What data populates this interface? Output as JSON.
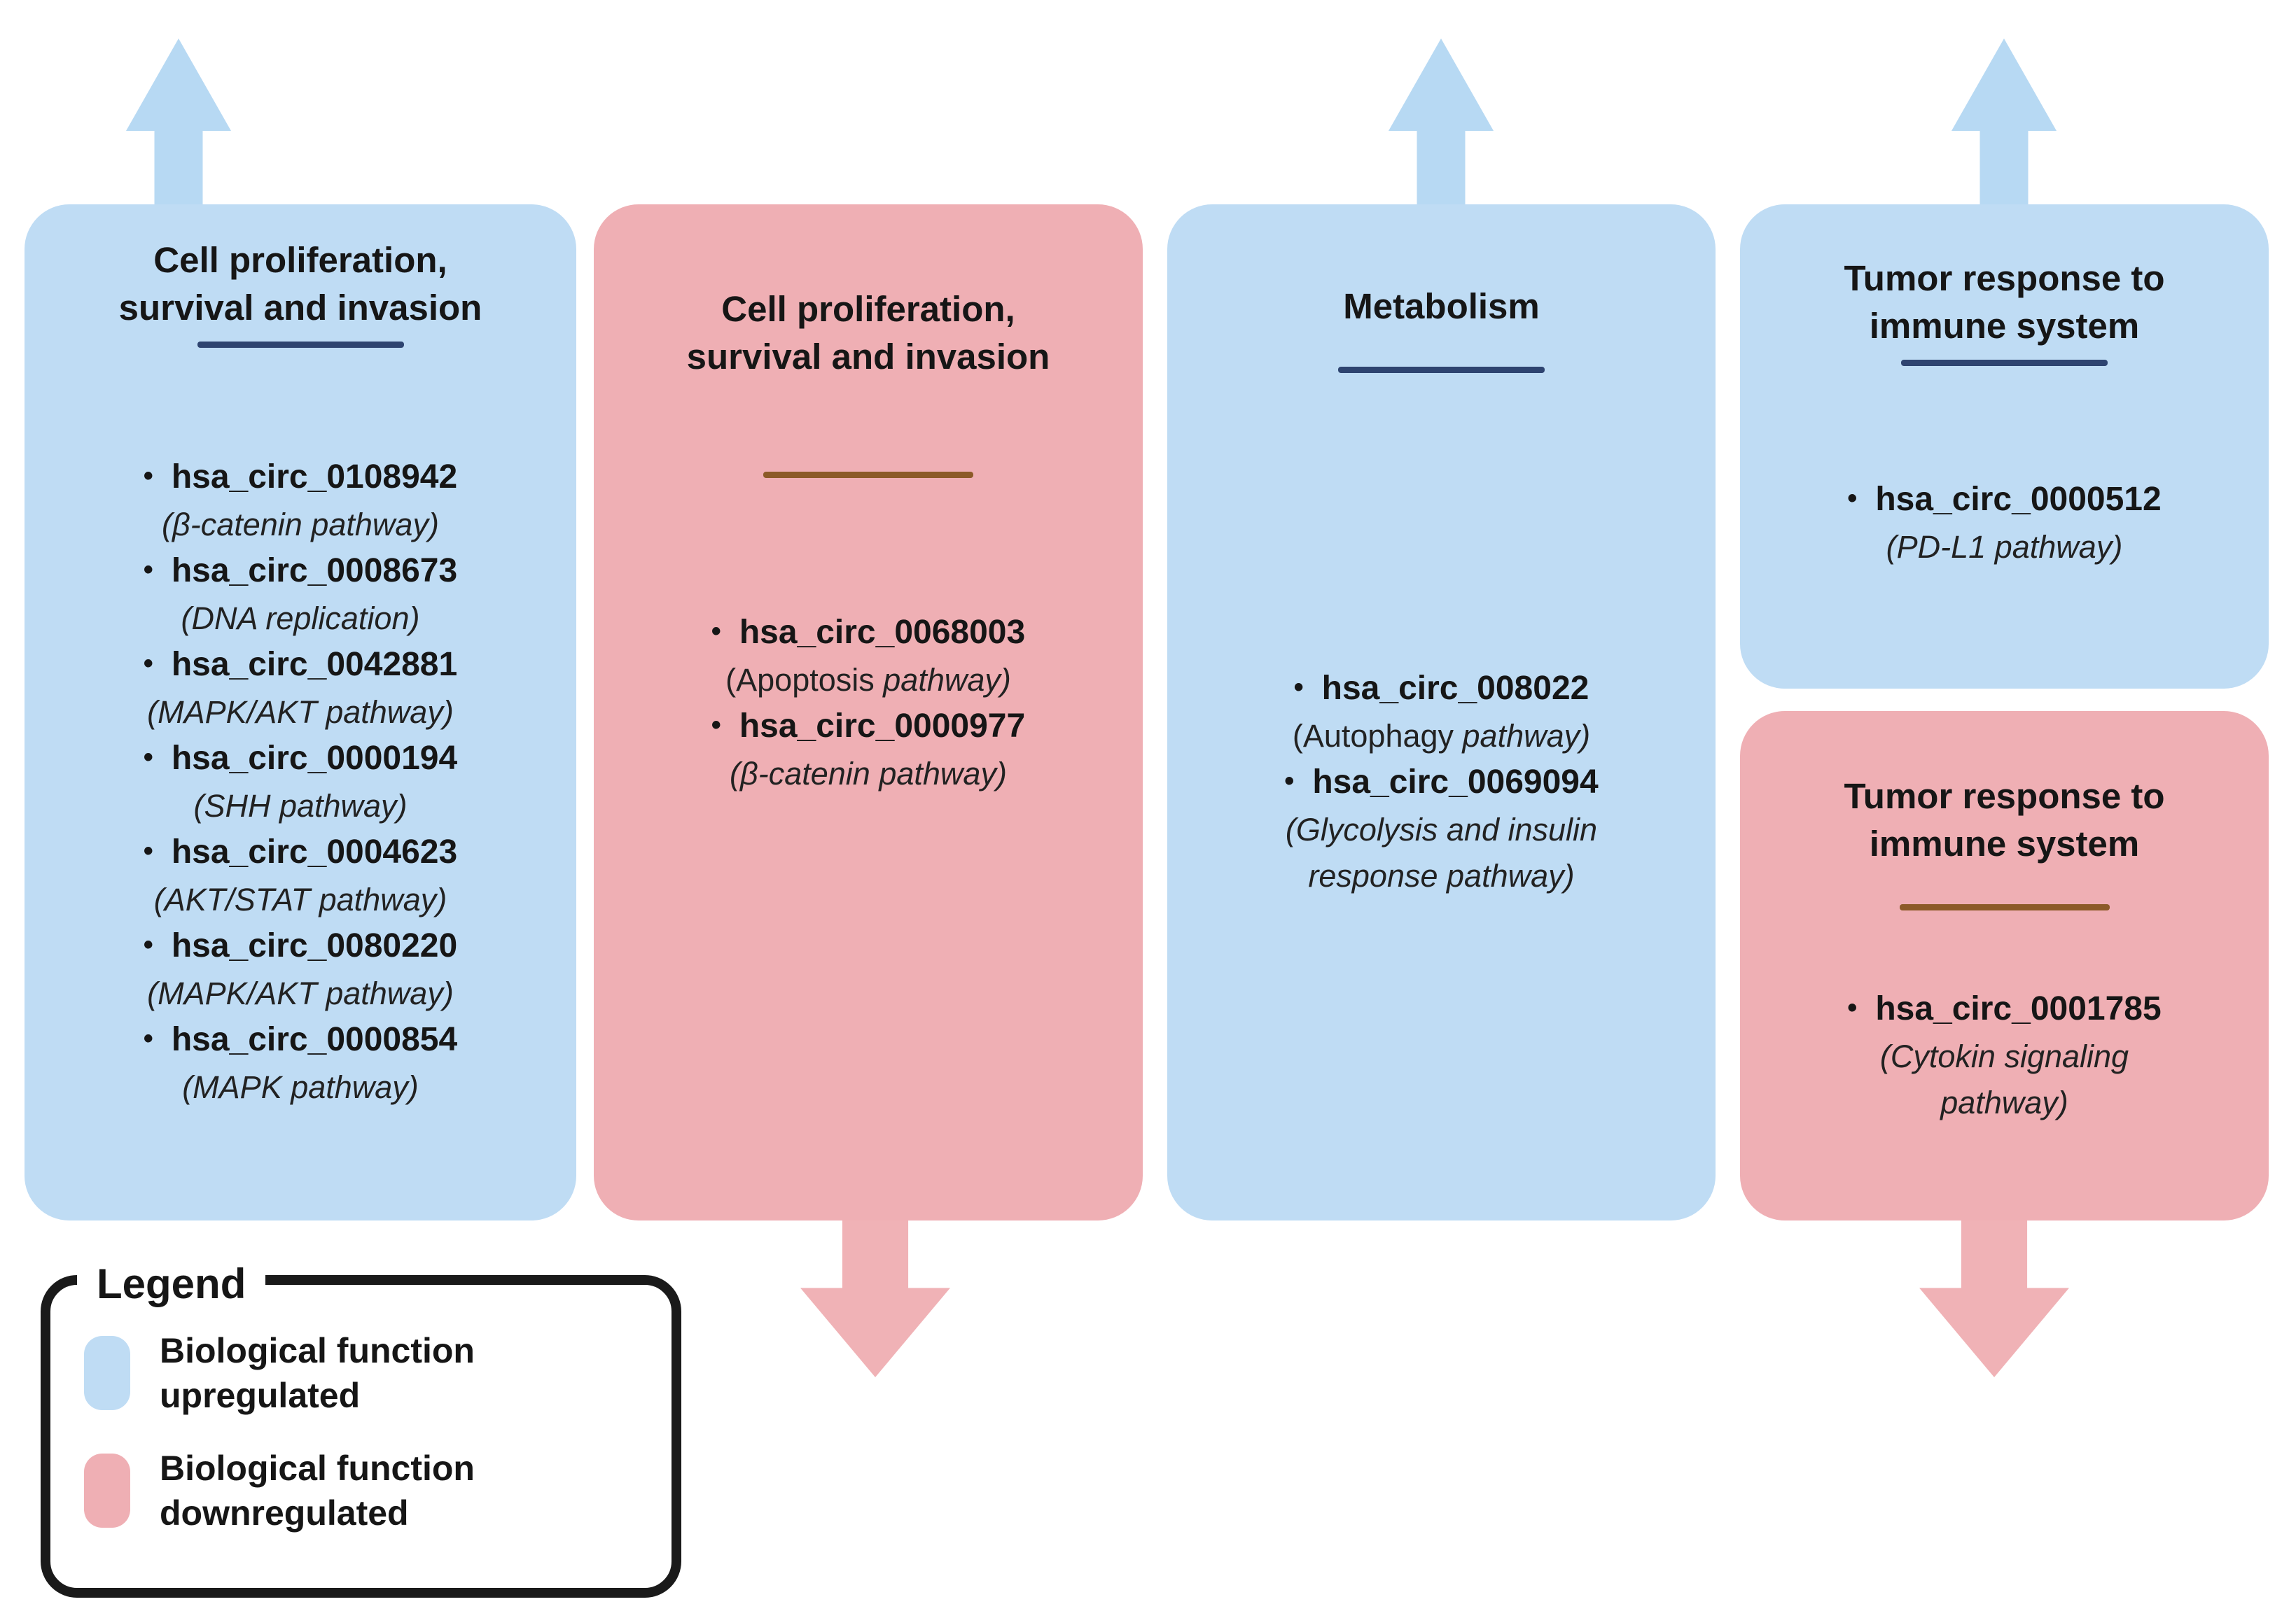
{
  "bullet_glyph": "•",
  "colors": {
    "background": "#ffffff",
    "upregulated_fill": "#BFDCF4",
    "downregulated_fill": "#EFAFB4",
    "upregulated_arrow": "#B7D9F3",
    "downregulated_arrow": "#F0B2B6",
    "upregulated_underline": "#2E4470",
    "downregulated_underline": "#8C5A28",
    "text": "#161616",
    "legend_border": "#1A1A1A"
  },
  "columns": [
    {
      "id": "proliferation-upregulated",
      "regulation": "upregulated",
      "arrow": "up",
      "title": "Cell proliferation,\nsurvival and invasion",
      "items": [
        {
          "name": "hsa_circ_0108942",
          "pathway": [
            {
              "t": "(β-catenin pathway)",
              "i": true
            }
          ]
        },
        {
          "name": "hsa_circ_0008673",
          "pathway": [
            {
              "t": "(DNA replication)",
              "i": true
            }
          ]
        },
        {
          "name": "hsa_circ_0042881",
          "pathway": [
            {
              "t": "(MAPK/AKT pathway)",
              "i": true
            }
          ]
        },
        {
          "name": "hsa_circ_0000194",
          "pathway": [
            {
              "t": "(SHH pathway)",
              "i": true
            }
          ]
        },
        {
          "name": "hsa_circ_0004623",
          "pathway": [
            {
              "t": "(AKT/STAT pathway)",
              "i": true
            }
          ]
        },
        {
          "name": "hsa_circ_0080220",
          "pathway": [
            {
              "t": "(MAPK/AKT pathway)",
              "i": true
            }
          ]
        },
        {
          "name": "hsa_circ_0000854",
          "pathway": [
            {
              "t": "(MAPK pathway)",
              "i": true
            }
          ]
        }
      ]
    },
    {
      "id": "proliferation-downregulated",
      "regulation": "downregulated",
      "arrow": "down",
      "title": "Cell proliferation,\nsurvival and invasion",
      "items": [
        {
          "name": "hsa_circ_0068003",
          "pathway": [
            {
              "t": "(Apoptosis ",
              "i": false
            },
            {
              "t": "pathway)",
              "i": true
            }
          ]
        },
        {
          "name": "hsa_circ_0000977",
          "pathway": [
            {
              "t": "(β-catenin pathway)",
              "i": true
            }
          ]
        }
      ]
    },
    {
      "id": "metabolism-upregulated",
      "regulation": "upregulated",
      "arrow": "up",
      "title": "Metabolism",
      "items": [
        {
          "name": "hsa_circ_008022",
          "pathway": [
            {
              "t": "(Autophagy ",
              "i": false
            },
            {
              "t": "pathway)",
              "i": true
            }
          ]
        },
        {
          "name": "hsa_circ_0069094",
          "pathway": [
            {
              "t": "(Glycolysis and insulin response pathway)",
              "i": true
            }
          ]
        }
      ]
    },
    {
      "id": "immune-upregulated",
      "regulation": "upregulated",
      "arrow": "up",
      "title": "Tumor response to\nimmune system",
      "items": [
        {
          "name": "hsa_circ_0000512",
          "pathway": [
            {
              "t": "(PD-L1 pathway)",
              "i": true
            }
          ]
        }
      ]
    },
    {
      "id": "immune-downregulated",
      "regulation": "downregulated",
      "arrow": "down",
      "title": "Tumor response to\nimmune system",
      "items": [
        {
          "name": "hsa_circ_0001785",
          "pathway": [
            {
              "t": "(Cytokin signaling pathway)",
              "i": true
            }
          ]
        }
      ]
    }
  ],
  "legend": {
    "title": "Legend",
    "items": [
      {
        "swatch": "upregulated",
        "label": "Biological function\nupregulated"
      },
      {
        "swatch": "downregulated",
        "label": "Biological function\ndownregulated"
      }
    ]
  }
}
